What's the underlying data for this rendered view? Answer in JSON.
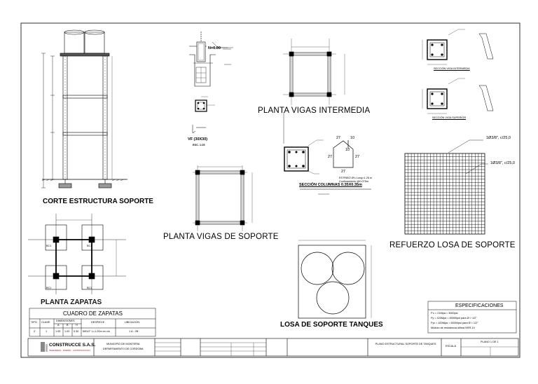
{
  "drawing": {
    "labels": {
      "corte": "CORTE ESTRUCTURA SOPORTE",
      "planta_zapatas": "PLANTA ZAPATAS",
      "vf": "VF (30X30)",
      "vf_scale": "ESC. 1:25",
      "n000": "N+0.00",
      "planta_vigas_intermedia": "PLANTA  VIGAS INTERMEDIA",
      "planta_vigas_soporte": "PLANTA   VIGAS DE SOPORTE",
      "seccion_viga_intermedia": "SECCIÓN  VIGA INTERMEDIA",
      "seccion_viga_superior": "SECCIÓN  VIGA SUPERIOR",
      "seccion_columnas": "SECCIÓN  COLUMNAS 0.35X0.35m",
      "refuerzo_losa": "REFUERZO LOSA DE SOPORTE",
      "losa_tanques": "LOSA DE SOPORTE TANQUES",
      "refuerzo_1": "1Ø3/8\", c/25,0",
      "refuerzo_2": "1Ø3/8\", c/25,0",
      "estribo_col": "ESTRIBO Ø¼ Long=1.26 m",
      "estribo_col_2": "Confinamiento @0.075m",
      "dim_27a": "27",
      "dim_10a": "10",
      "dim_10b": "10",
      "dim_27b": "27",
      "dim_27c": "27",
      "dim_27d": "27",
      "zap_z1": "BC1",
      "zap_z2": "BC1",
      "zap_z3": "BC1",
      "zap_z4": "BC1"
    },
    "cuadro_zapatas": {
      "title": "CUADRO DE ZAPATAS",
      "headers": [
        "TIPO",
        "CLASE",
        "DIMENSIONES",
        "DESPIECE",
        "UBICACION"
      ],
      "subheaders": [
        "A",
        "B",
        "H"
      ],
      "row": [
        "Z",
        "1",
        "1.00",
        "1.00",
        "0.30",
        "5Ø1/2\" L=1.20m en c/s",
        "1 A - 2B"
      ]
    },
    "especificaciones": {
      "title": "ESPECIFICACIONES",
      "lines": [
        "F'c     =     21Mpa       =     3000psi",
        "Fy      =    420Mpa      =   60000psi     para Ø > 1/2\"",
        "Fyv     =    420Mpa      =   60000psi     para Ø < 1/2\"",
        "Módulo de resistencia última NSR-10"
      ]
    },
    "title_block": {
      "company": "CONSTRUCCE S.A.S.",
      "company_sub": "INGENIERIA · DISEÑO · CONSTRUCCION",
      "municipio": "MUNICIPIO DE MONTERIA",
      "departamento": "DEPARTAMENTO DE CORDOBA",
      "plan_title": "PLANO ESTRUCTURAL SOPORTE DE TANQUES",
      "plano": "PLANO 1 DE 1",
      "escala": "ESCALA"
    }
  }
}
